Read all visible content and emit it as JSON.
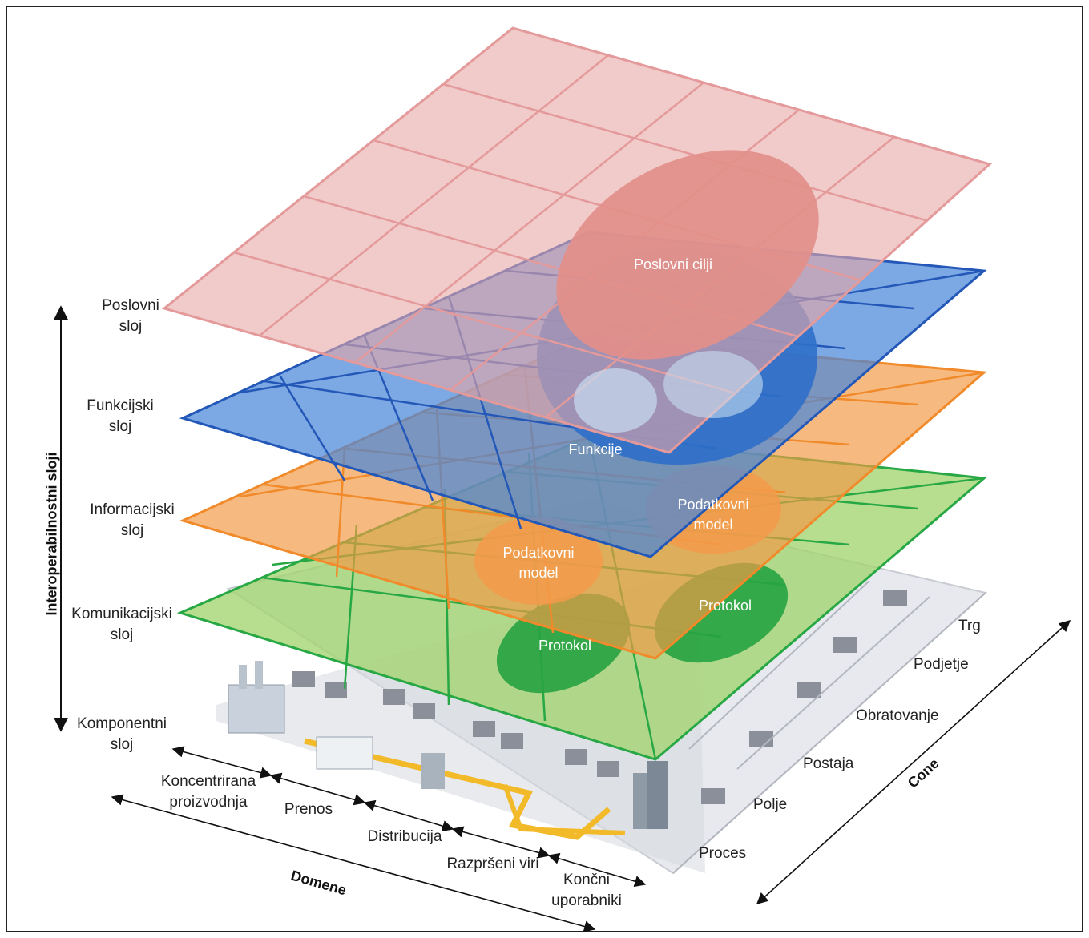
{
  "axes": {
    "interoperability": "Interoperabilnostni sloji",
    "domains": "Domene",
    "zones": "Cone"
  },
  "layers": [
    {
      "line1": "Poslovni",
      "line2": "sloj"
    },
    {
      "line1": "Funkcijski",
      "line2": "sloj"
    },
    {
      "line1": "Informacijski",
      "line2": "sloj"
    },
    {
      "line1": "Komunikacijski",
      "line2": "sloj"
    },
    {
      "line1": "Komponentni",
      "line2": "sloj"
    }
  ],
  "domains": [
    {
      "line1": "Koncentrirana",
      "line2": "proizvodnja"
    },
    {
      "line1": "Prenos",
      "line2": ""
    },
    {
      "line1": "Distribucija",
      "line2": ""
    },
    {
      "line1": "Razpršeni viri",
      "line2": ""
    },
    {
      "line1": "Končni",
      "line2": "uporabniki"
    }
  ],
  "zones": [
    "Trg",
    "Podjetje",
    "Obratovanje",
    "Postaja",
    "Polje",
    "Proces"
  ],
  "overlays": {
    "business": "Poslovni cilji",
    "functions": "Funkcije",
    "data_model_1": {
      "line1": "Podatkovni",
      "line2": "model"
    },
    "data_model_2": {
      "line1": "Podatkovni",
      "line2": "model"
    },
    "protocol_1": "Protokol",
    "protocol_2": "Protokol"
  },
  "colors": {
    "business": "#e8a6a6",
    "function": "#3f78cc",
    "information": "#f19a45",
    "communication": "#9fd36a",
    "component": "#e6e8ec"
  }
}
